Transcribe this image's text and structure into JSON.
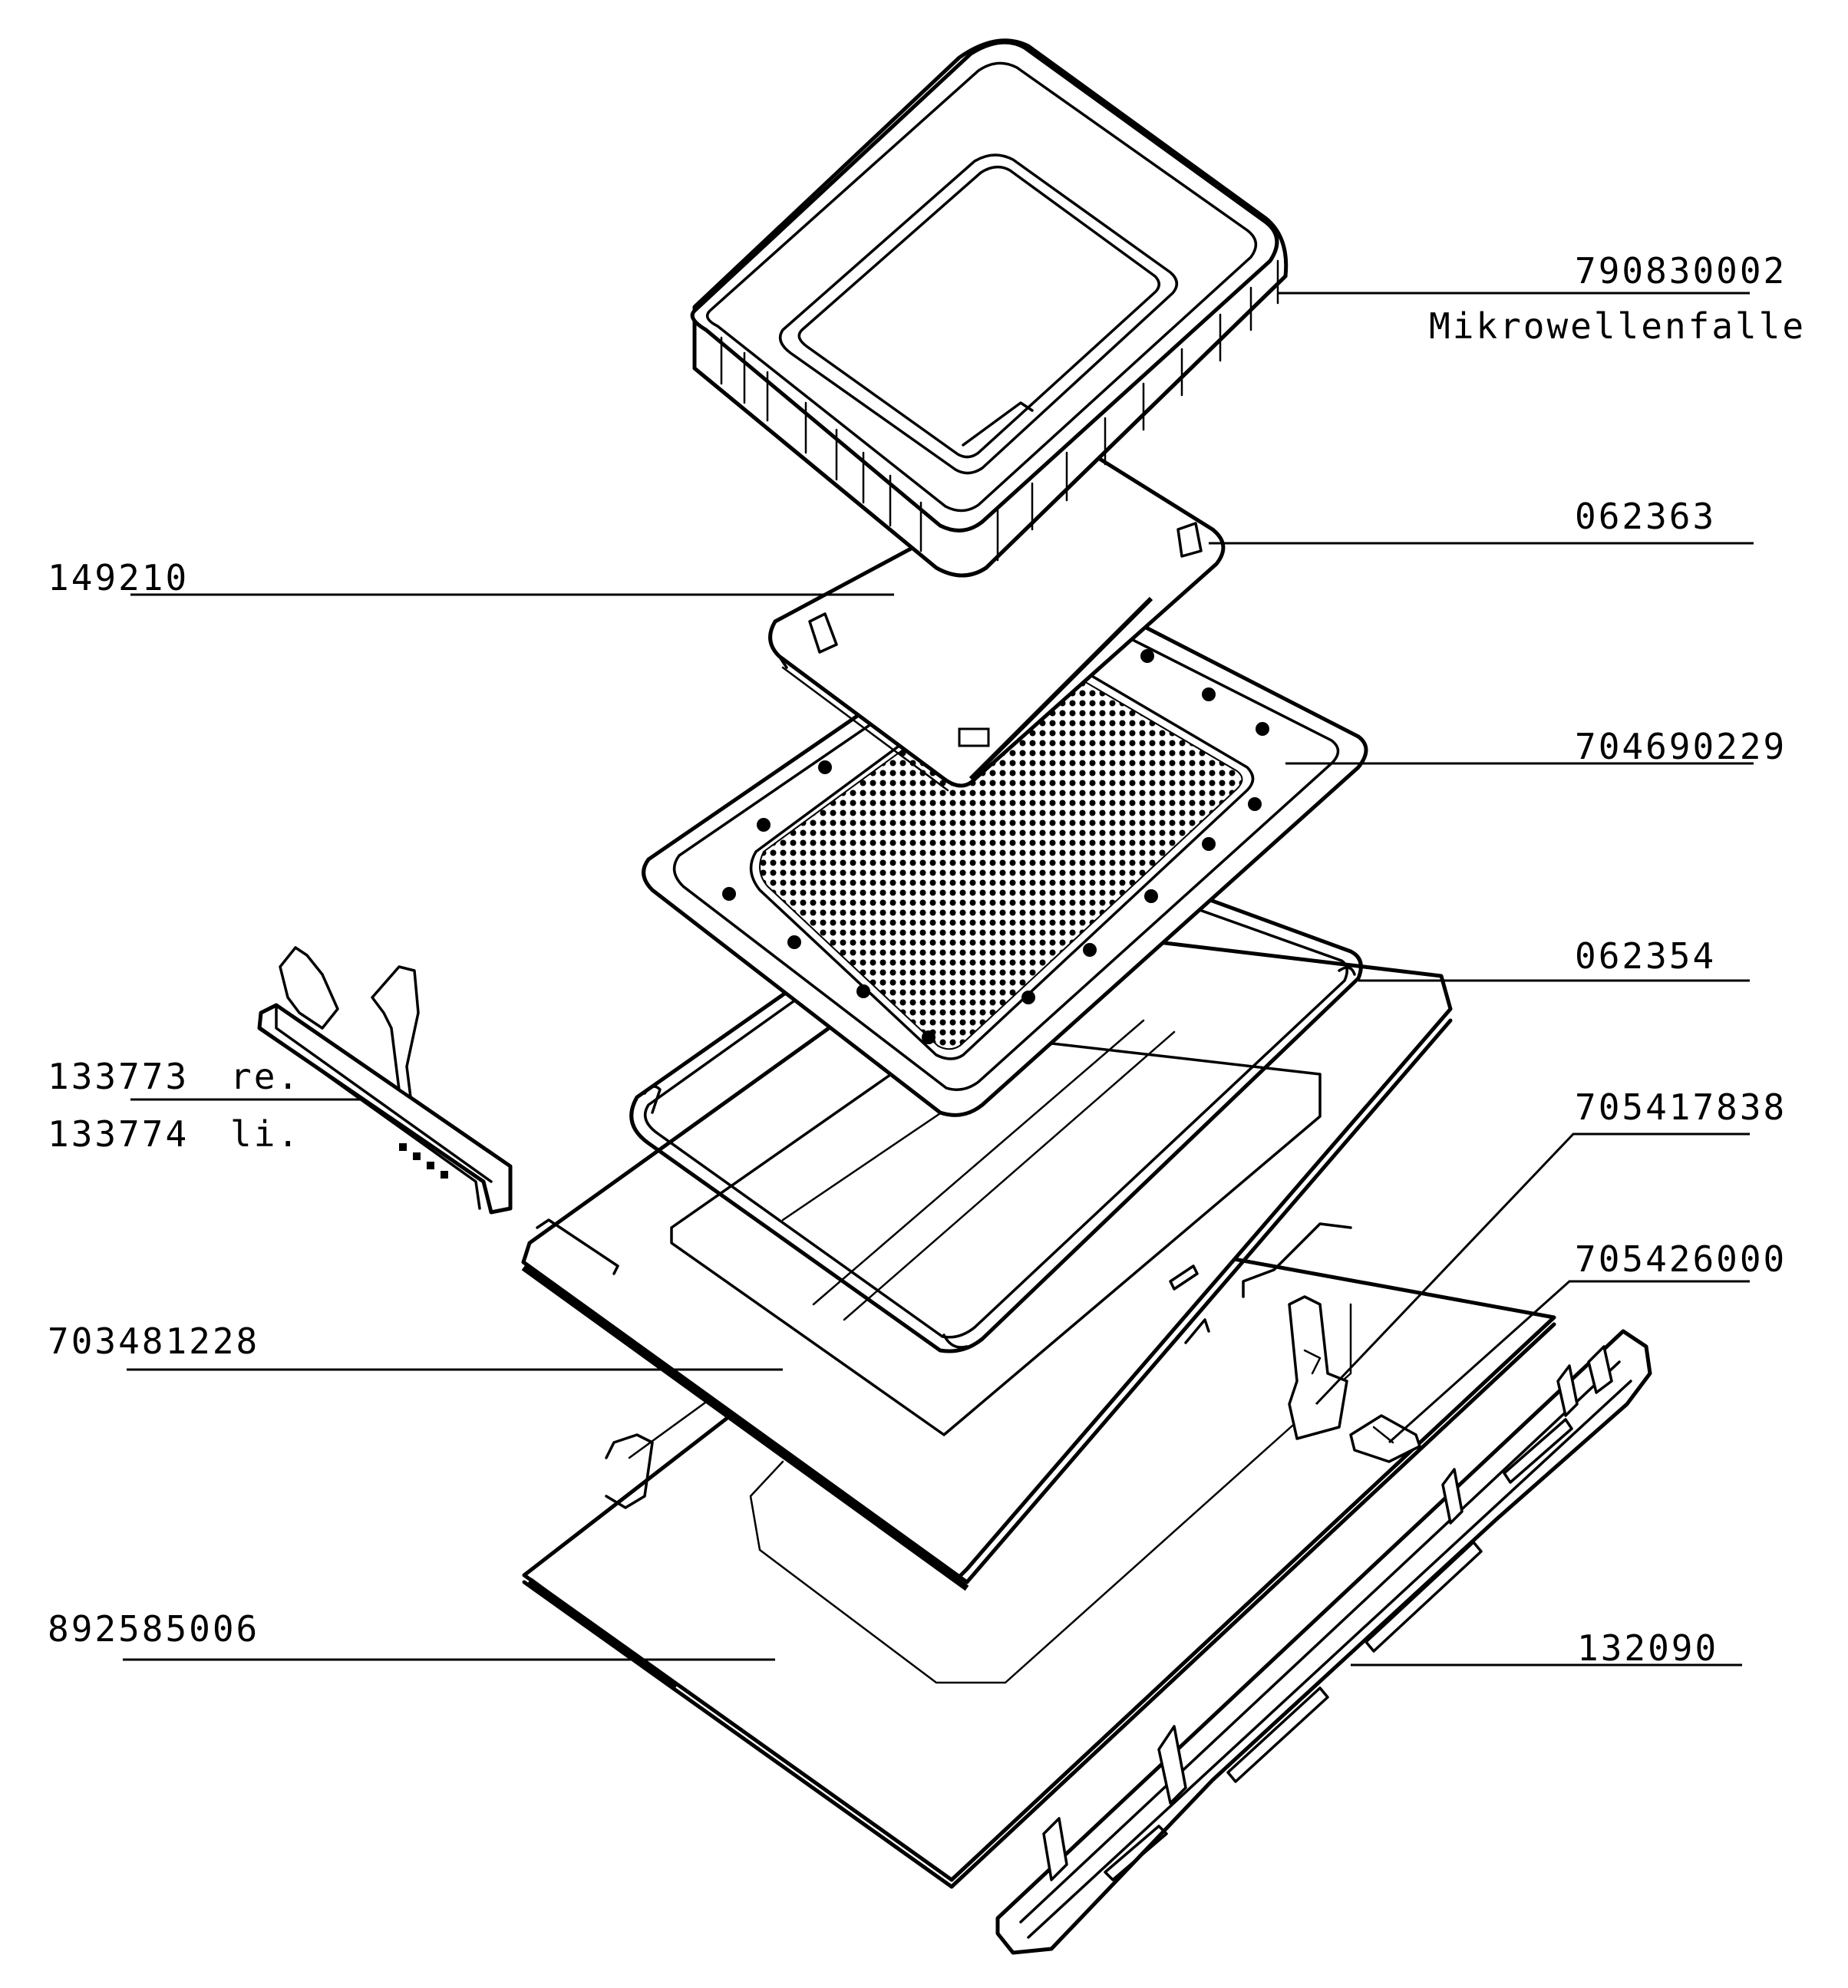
{
  "parts": [
    {
      "id": "p1",
      "part_number": "790830002",
      "description": "Mikrowellenfalle"
    },
    {
      "id": "p2",
      "part_number": "062363"
    },
    {
      "id": "p3",
      "part_number": "149210"
    },
    {
      "id": "p4",
      "part_number": "704690229"
    },
    {
      "id": "p5",
      "part_number": "062354"
    },
    {
      "id": "p6",
      "part_number": "133773",
      "suffix": "re."
    },
    {
      "id": "p7",
      "part_number": "133774",
      "suffix": "li."
    },
    {
      "id": "p8",
      "part_number": "705417838"
    },
    {
      "id": "p9",
      "part_number": "705426000"
    },
    {
      "id": "p10",
      "part_number": "703481228"
    },
    {
      "id": "p11",
      "part_number": "892585006"
    },
    {
      "id": "p12",
      "part_number": "132090"
    }
  ]
}
